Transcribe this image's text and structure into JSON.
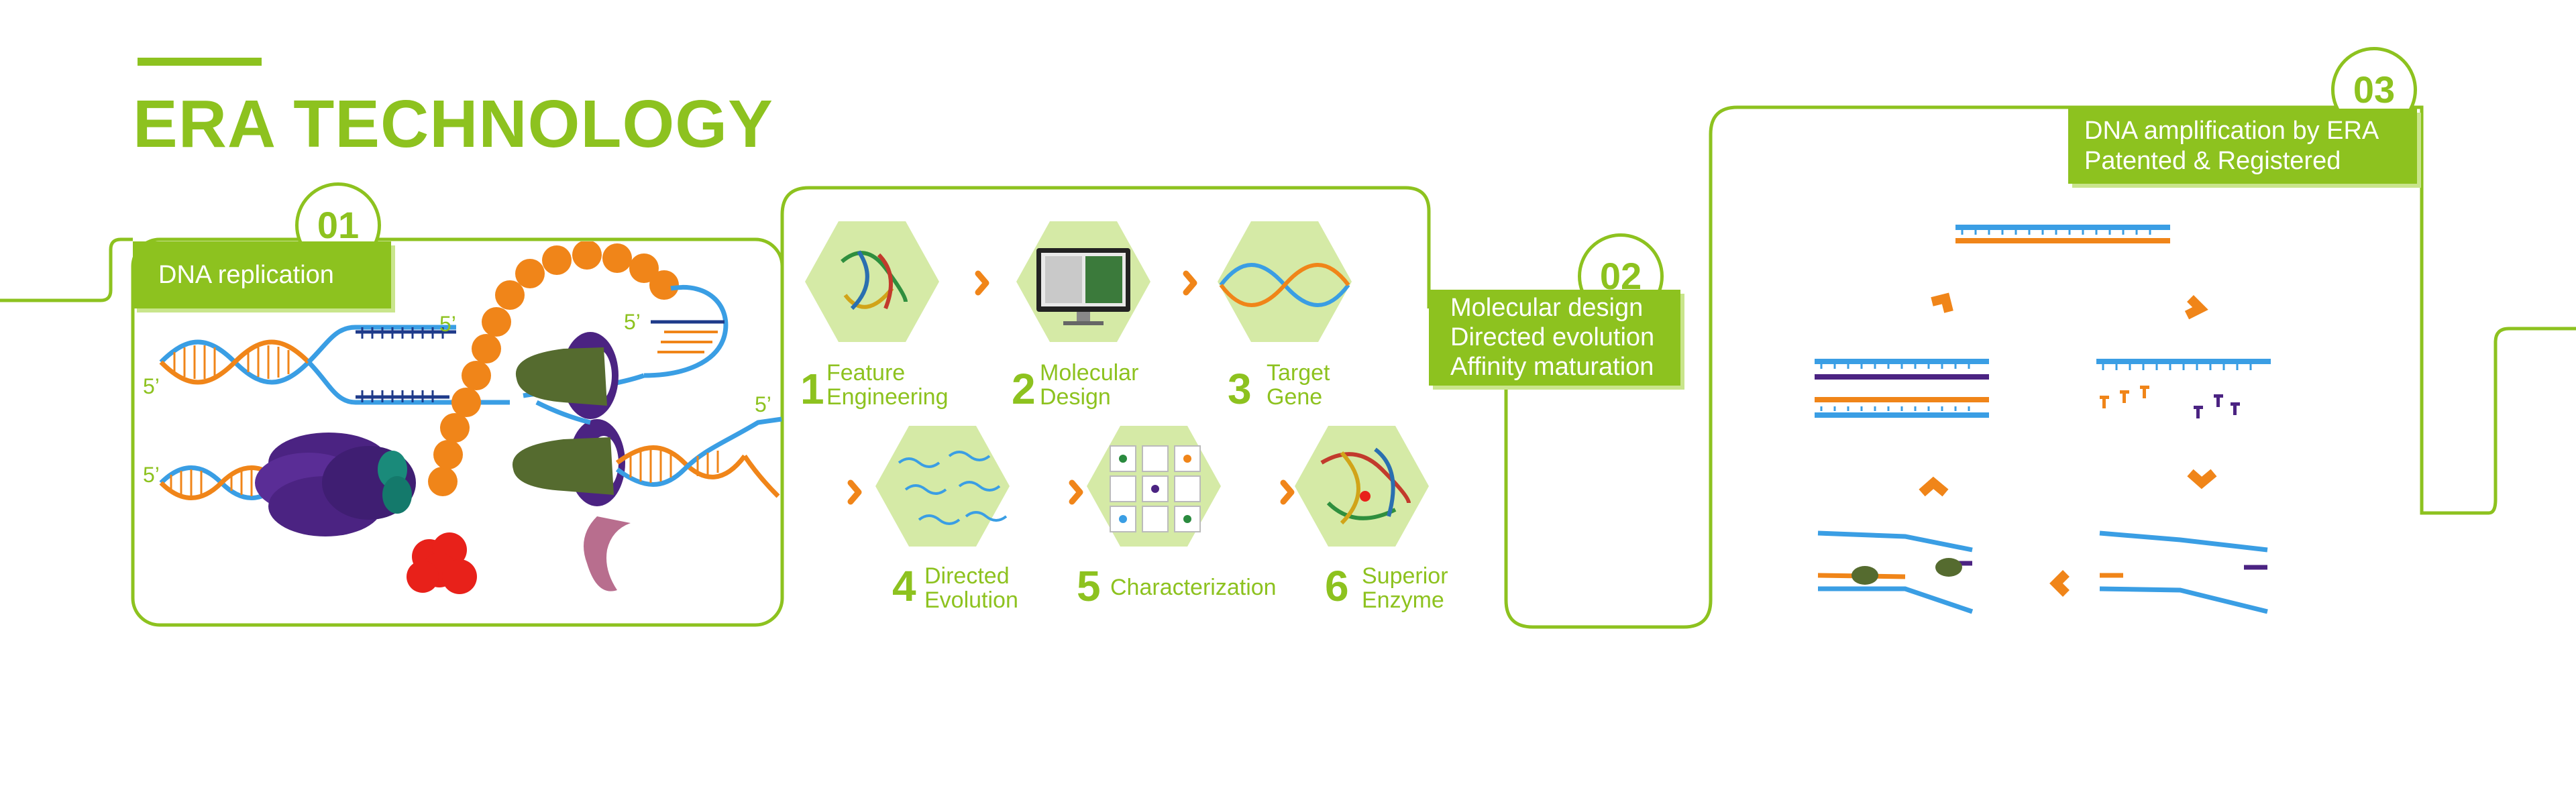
{
  "header": {
    "title": "ERA TECHNOLOGY"
  },
  "section1": {
    "number": "01",
    "label": "DNA replication",
    "five_prime": [
      "5’",
      "5’",
      "5’",
      "5’",
      "5’"
    ]
  },
  "section2": {
    "number": "02",
    "labels": [
      "Molecular design",
      "Directed evolution",
      "Affinity maturation"
    ],
    "steps": [
      {
        "num": "1",
        "line1": "Feature",
        "line2": "Engineering"
      },
      {
        "num": "2",
        "line1": "Molecular",
        "line2": "Design"
      },
      {
        "num": "3",
        "line1": "Target",
        "line2": "Gene"
      },
      {
        "num": "4",
        "line1": "Directed",
        "line2": "Evolution"
      },
      {
        "num": "5",
        "line1": "Characterization",
        "line2": ""
      },
      {
        "num": "6",
        "line1": "Superior",
        "line2": "Enzyme"
      }
    ]
  },
  "section3": {
    "number": "03",
    "labels": [
      "DNA amplification by ERA",
      "Patented & Registered"
    ]
  },
  "colors": {
    "accent": "#8dc21f",
    "accent_light": "#c9e58c",
    "hex_fill": "#d5eaa6",
    "arrow": "#f08519",
    "dna_blue": "#3a9ee4",
    "dna_orange": "#f08519",
    "purple": "#4b2382",
    "dark_green": "#556b2f",
    "teal": "#1a8a7a",
    "red": "#e8211a",
    "mauve": "#b86e8e"
  }
}
